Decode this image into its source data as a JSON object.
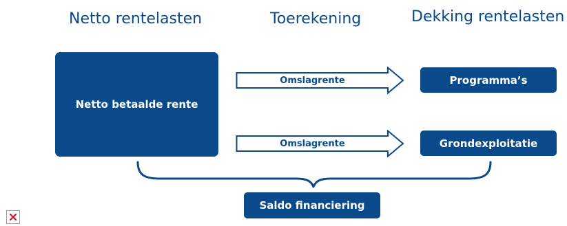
{
  "headings": {
    "netto_rentelasten": "Netto rentelasten",
    "toerekening": "Toerekening",
    "dekking_rentelasten": "Dekking rentelasten"
  },
  "source_box": {
    "label": "Netto betaalde rente"
  },
  "arrows": [
    {
      "label": "Omslagrente"
    },
    {
      "label": "Omslagrente"
    }
  ],
  "targets": [
    {
      "label": "Programma’s"
    },
    {
      "label": "Grondexploitatie"
    }
  ],
  "result_box": {
    "label": "Saldo financiering"
  },
  "colors": {
    "primary": "#0a4a8a",
    "text_on_primary": "#ffffff",
    "background": "#ffffff",
    "broken_icon_red": "#d0141b"
  },
  "icons": {
    "broken_image": "broken-image-icon"
  }
}
